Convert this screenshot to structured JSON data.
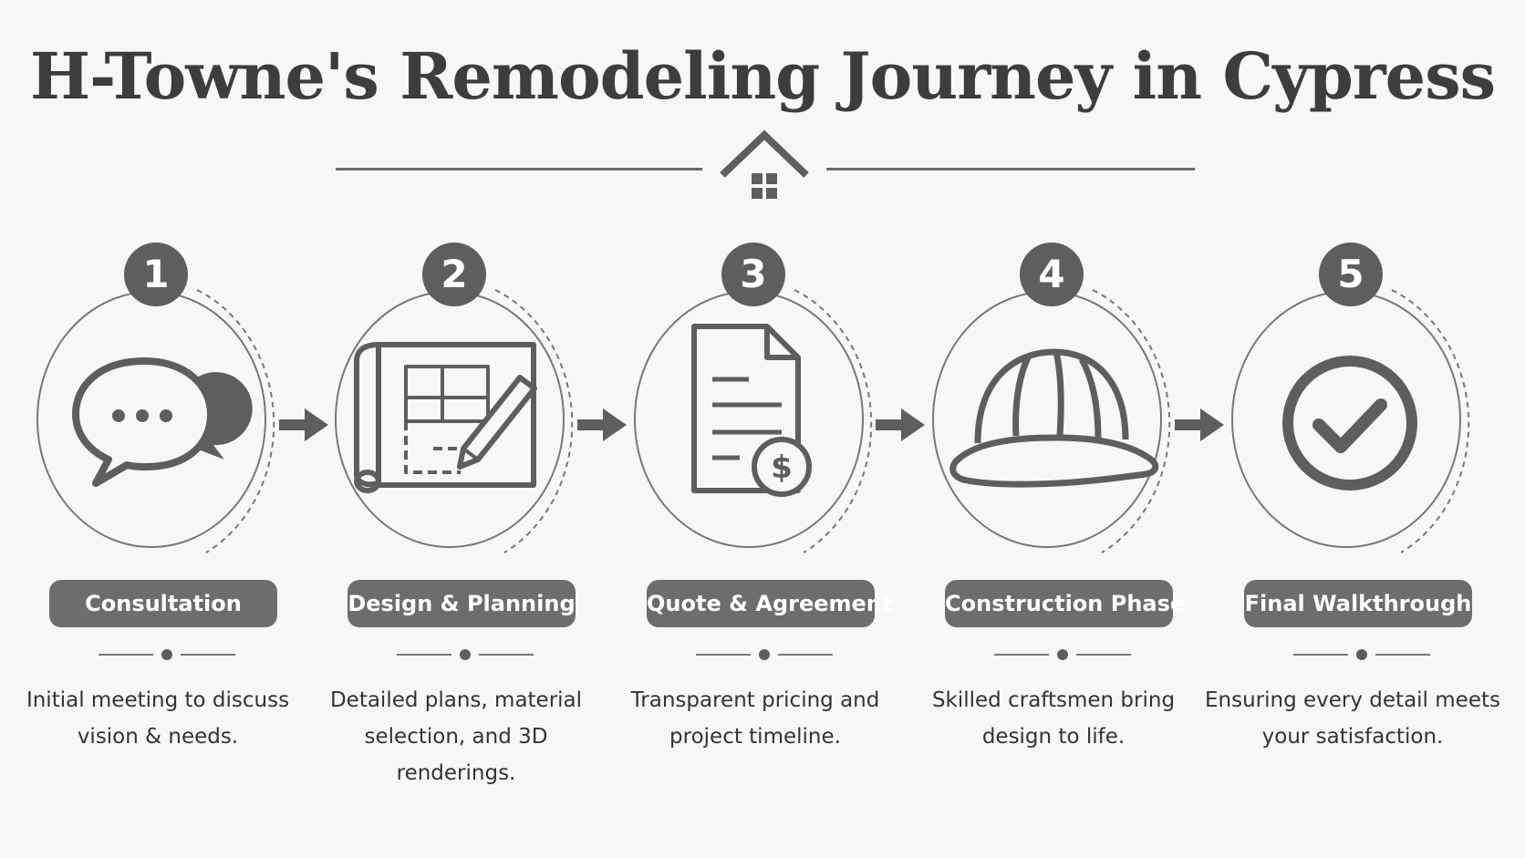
{
  "title": "H-Towne's Remodeling Journey in Cypress",
  "steps": [
    {
      "number": "1",
      "label": "Consultation",
      "description": "Initial meeting to discuss vision & needs.",
      "icon": "chat-bubbles-icon"
    },
    {
      "number": "2",
      "label": "Design & Planning",
      "description": "Detailed plans, material selection, and 3D renderings.",
      "icon": "blueprint-pencil-icon"
    },
    {
      "number": "3",
      "label": "Quote & Agreement",
      "description": "Transparent pricing and project timeline.",
      "icon": "document-dollar-icon"
    },
    {
      "number": "4",
      "label": "Construction Phase",
      "description": "Skilled craftsmen bring design to life.",
      "icon": "hard-hat-icon"
    },
    {
      "number": "5",
      "label": "Final Walkthrough",
      "description": "Ensuring every detail meets your satisfaction.",
      "icon": "checkmark-circle-icon"
    }
  ],
  "colors": {
    "background": "#f7f7f7",
    "badge": "#5e5e5e",
    "pill": "#6d6d6d",
    "text": "#333333"
  }
}
